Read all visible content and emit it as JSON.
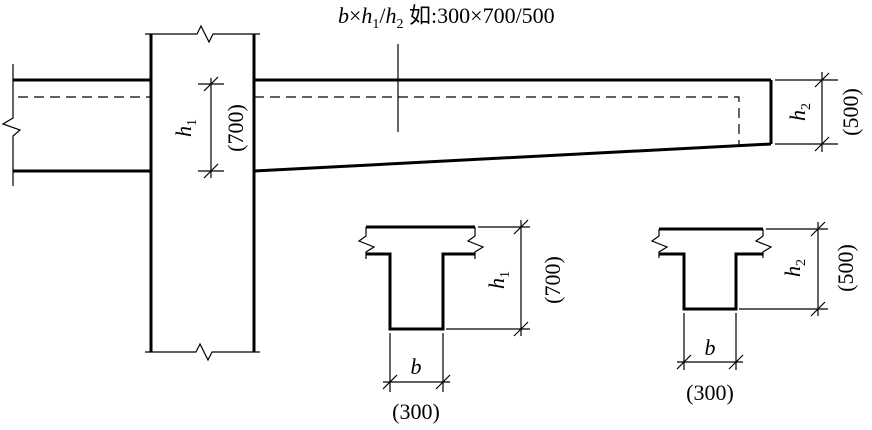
{
  "notation": {
    "b": "b",
    "times": "×",
    "h": "h",
    "sub1": "1",
    "sub2": "2",
    "slash": "/",
    "example": " 如:300×700/500"
  },
  "elevation": {
    "h1_label": "h",
    "h1_sub": "1",
    "h1_value": "(700)",
    "h2_label": "h",
    "h2_sub": "2",
    "h2_value": "(500)"
  },
  "section_root": {
    "h1_label": "h",
    "h1_sub": "1",
    "h1_value": "(700)",
    "b_label": "b",
    "b_value": "(300)"
  },
  "section_tip": {
    "h2_label": "h",
    "h2_sub": "2",
    "h2_value": "(500)",
    "b_label": "b",
    "b_value": "(300)"
  }
}
